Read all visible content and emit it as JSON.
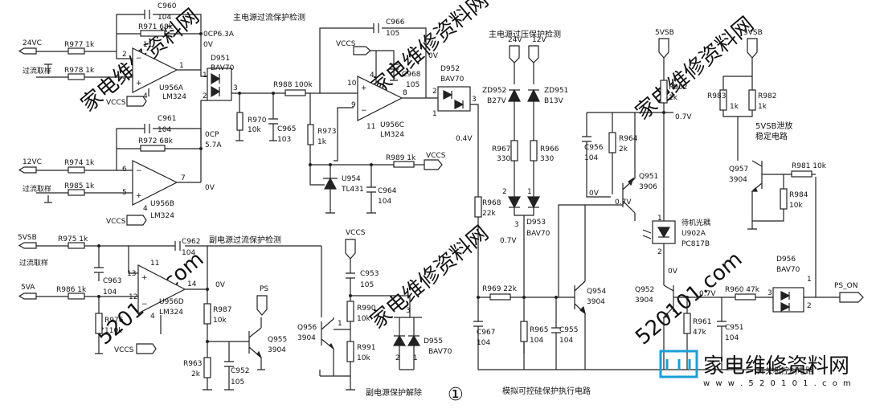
{
  "titles": {
    "main_oc": "主电源过流保护检测",
    "main_ov": "主电源过压保护检测",
    "sub_oc": "副电源过流保护检测",
    "sub_release": "副电源保护解除",
    "scr_exec": "模拟可控硅保护执行电路",
    "vsb_bleed1": "5VSB泄放",
    "vsb_bleed2": "稳定电路",
    "standby_ctrl": "开关机控制电路",
    "standby_opto": "待机光耦",
    "circle_num": "①"
  },
  "inputs": {
    "v24": "24VC",
    "v24_note": "过流取样",
    "v12": "12VC",
    "v12_note": "过流取样",
    "v5sb": "5VSB",
    "v5sb_note": "过流取样",
    "v5a": "5VA",
    "vsb_top1": "5VSB",
    "vsb_top2": "5VSB",
    "ov24": "24V",
    "ov12": "12V",
    "ps": "PS",
    "ps_on": "PS_ON"
  },
  "rails": {
    "vccs": "VCCS"
  },
  "refdes": {
    "C960": "C960",
    "C960v": "104",
    "R971": "R971 68k",
    "R977": "R977 1k",
    "R978": "R978 1k",
    "U956A": "U956A",
    "LM324a": "LM324",
    "D951": "D951",
    "BAV70a": "BAV70",
    "C961": "C961",
    "C961v": "104",
    "R972": "R972 68k",
    "R974": "R974 1k",
    "R985": "R985 1k",
    "U956B": "U956B",
    "LM324b": "LM324",
    "R970": "R970",
    "R970v": "10k",
    "C965": "C965",
    "C965v": "103",
    "R988": "R988 100k",
    "C966": "C966",
    "C966v": "105",
    "C968": "C968",
    "C968v": "105",
    "U956C": "U956C",
    "LM324c": "LM324",
    "R973": "R973",
    "R973v": "1k",
    "U954": "U954",
    "TL431": "TL431",
    "C964": "C964",
    "C964v": "104",
    "R989": "R989 1k",
    "D952": "D952",
    "BAV70b": "BAV70",
    "ZD952": "ZD952",
    "B27V": "B27V",
    "ZD951": "ZD951",
    "B13V": "B13V",
    "R967": "R967",
    "R967v": "330",
    "R966": "R966",
    "R966v": "330",
    "D953": "D953",
    "BAV70c": "BAV70",
    "R968": "R968",
    "R968v": "22k",
    "R969": "R969 22k",
    "C967": "C967",
    "C967v": "104",
    "R965": "R965",
    "R965v": "104",
    "C955": "C955",
    "C955v": "104",
    "Q954": "Q954",
    "Q954t": "3904",
    "C956": "C956",
    "C956v": "104",
    "R964": "R964",
    "R964v": "2k",
    "Q951": "Q951",
    "Q951t": "3906",
    "R962": "R962",
    "R962v": "1k",
    "U902A": "U902A",
    "PC817B": "PC817B",
    "Q952": "Q952",
    "Q952t": "3904",
    "R961": "R961",
    "R961v": "47k",
    "C951": "C951",
    "C951v": "104",
    "R960": "R960 47k",
    "D956": "D956",
    "BAV70d": "BAV70",
    "R983": "R983",
    "R983v": "1k",
    "R982": "R982",
    "R982v": "1k",
    "Q957": "Q957",
    "Q957t": "3904",
    "R981": "R981 10k",
    "R984": "R984",
    "R984v": "10k",
    "R975": "R975 1k",
    "R986": "R986 1k",
    "C963": "C963",
    "C963v": "104",
    "R976": "R976",
    "R976v": "110k",
    "U956D": "U956D",
    "LM324d": "LM324",
    "C962": "C962",
    "C962v": "104",
    "R987": "R987",
    "R987v": "10k",
    "R963": "R963",
    "R963v": "2k",
    "C952": "C952",
    "C952v": "105",
    "Q955": "Q955",
    "Q955t": "3904",
    "C953": "C953",
    "C953v": "105",
    "R990": "R990",
    "R990v": "10k",
    "R991": "R991",
    "R991v": "10k",
    "Q956": "Q956",
    "Q956t": "3904",
    "D955": "D955",
    "BAV70e": "BAV70"
  },
  "voltages": {
    "ocp63": "0CP6.3A",
    "v0a": "0V",
    "ocp57a": "0CP",
    "ocp57b": "5.7A",
    "v0b": "0V",
    "v0c": "0V",
    "v04": "0.4V",
    "v0d": "0V",
    "v07a": "0.7V",
    "v07b": "0.7V",
    "v07c": "0.7V",
    "v07d": "0.7V",
    "v0e": "0V",
    "v0f": "0V"
  },
  "pins": {
    "p1": "1",
    "p2": "2",
    "p3": "3",
    "p4": "4",
    "p5": "5",
    "p6": "6",
    "p7": "7",
    "p8": "8",
    "p9": "9",
    "p10": "10",
    "p11": "11",
    "p12": "12",
    "p13": "13",
    "p14": "14"
  },
  "watermark": {
    "cn": "家电维修资料网",
    "url": "520101.com",
    "logo_cn": "家电维修资料网",
    "logo_url": "w w w . 5 2 0 1 0 1 . c o m"
  }
}
